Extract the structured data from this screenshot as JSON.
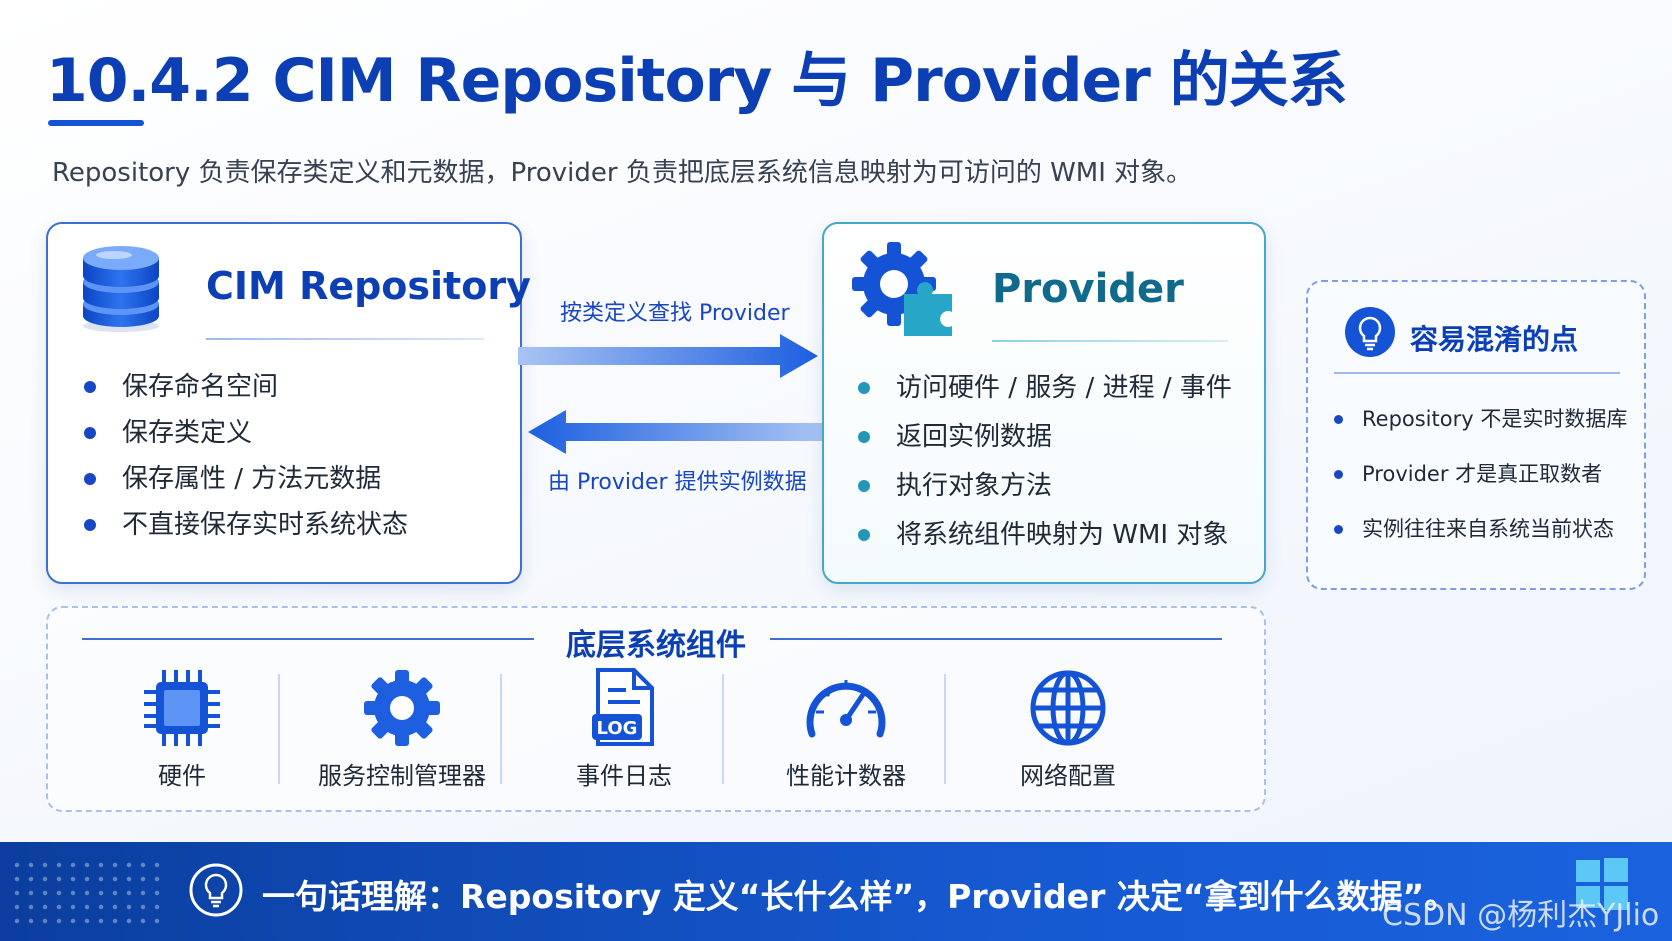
{
  "header": {
    "title": "10.4.2 CIM Repository 与 Provider 的关系",
    "subtitle": "Repository 负责保存类定义和元数据，Provider 负责把底层系统信息映射为可访问的 WMI 对象。"
  },
  "repository_card": {
    "title": "CIM Repository",
    "icon": "database-icon",
    "items": [
      "保存命名空间",
      "保存类定义",
      "保存属性 / 方法元数据",
      "不直接保存实时系统状态"
    ]
  },
  "provider_card": {
    "title": "Provider",
    "icon": "gear-puzzle-icon",
    "items": [
      "访问硬件 / 服务 / 进程 / 事件",
      "返回实例数据",
      "执行对象方法",
      "将系统组件映射为 WMI 对象"
    ]
  },
  "arrows": {
    "to_provider_label": "按类定义查找 Provider",
    "to_repository_label": "由 Provider 提供实例数据"
  },
  "confusion_card": {
    "title": "容易混淆的点",
    "icon": "lightbulb-icon",
    "items": [
      "Repository 不是实时数据库",
      "Provider 才是真正取数者",
      "实例往往来自系统当前状态"
    ]
  },
  "components": {
    "heading": "底层系统组件",
    "items": [
      {
        "label": "硬件",
        "icon": "chip-icon"
      },
      {
        "label": "服务控制管理器",
        "icon": "gear-icon"
      },
      {
        "label": "事件日志",
        "icon": "log-file-icon",
        "badge": "LOG"
      },
      {
        "label": "性能计数器",
        "icon": "gauge-icon"
      },
      {
        "label": "网络配置",
        "icon": "globe-icon"
      }
    ]
  },
  "banner": {
    "text": "一句话理解：Repository 定义“长什么样”，Provider 决定“拿到什么数据”。",
    "icon": "lightbulb-icon"
  },
  "watermark": "CSDN @杨利杰YJlio",
  "colors": {
    "primary": "#0b3fb3",
    "accent": "#1846c4",
    "teal": "#2596b8",
    "banner": "#1659d1"
  }
}
